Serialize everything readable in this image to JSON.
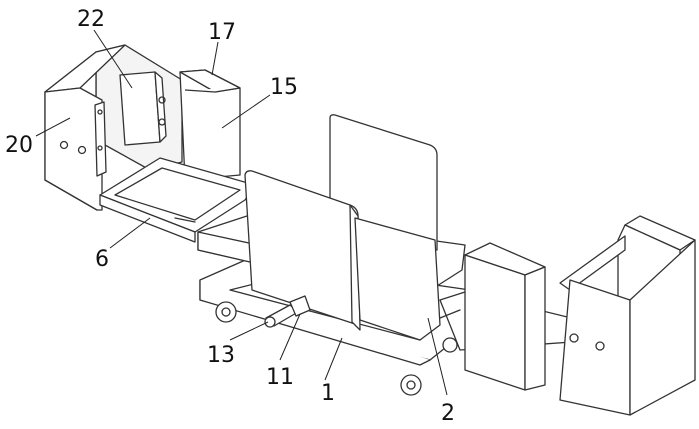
{
  "labels": {
    "l22": "22",
    "l17": "17",
    "l15": "15",
    "l20": "20",
    "l6": "6",
    "l13": "13",
    "l11": "11",
    "l1": "1",
    "l2": "2"
  }
}
